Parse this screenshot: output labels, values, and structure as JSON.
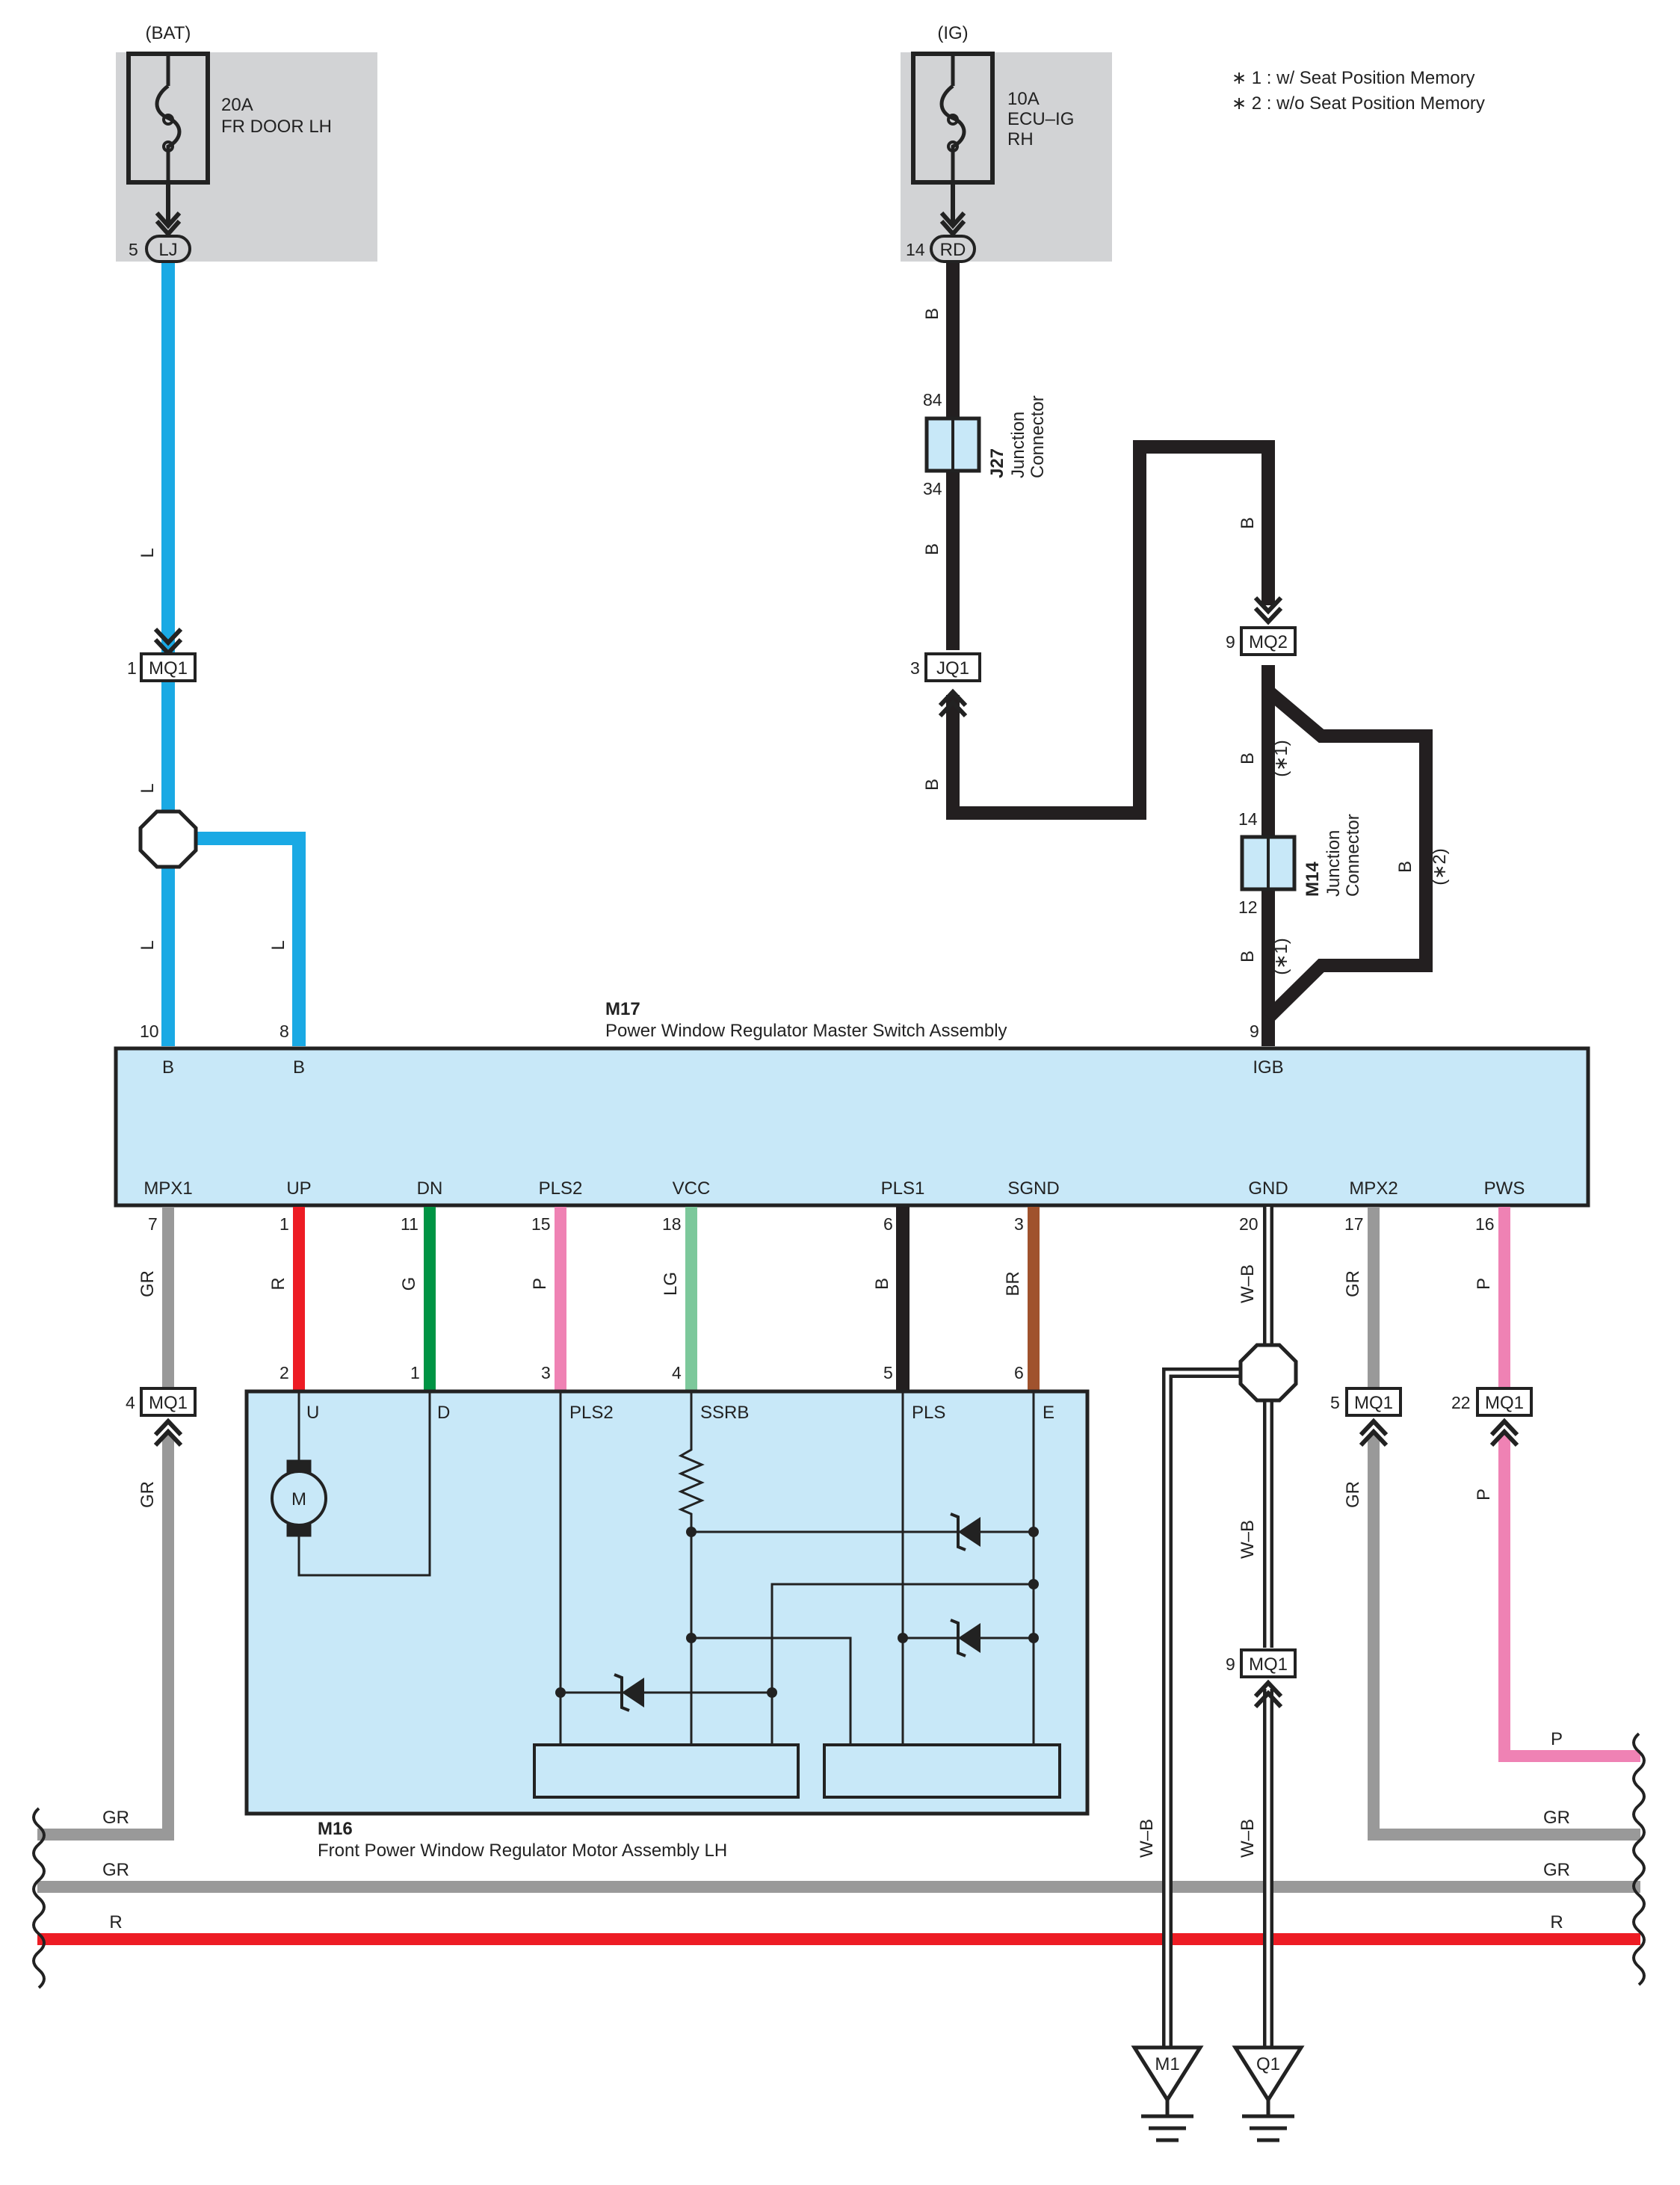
{
  "colors": {
    "L": "#1aa9e4",
    "B": "#231f20",
    "GR": "#999999",
    "R": "#ed1c24",
    "G": "#009444",
    "P": "#ef82b4",
    "LG": "#7cc89b",
    "BR": "#a0522d",
    "fuse_panel": "#d2d3d5",
    "component": "#c8e8f8"
  },
  "notes": {
    "n1": "∗ 1 : w/ Seat Position Memory",
    "n2": "∗ 2 : w/o Seat Position Memory"
  },
  "fuses": {
    "bat": {
      "source": "(BAT)",
      "rating": "20A",
      "name": "FR DOOR LH",
      "pin": "5",
      "connector": "LJ"
    },
    "ig": {
      "source": "(IG)",
      "rating": "10A",
      "name1": "ECU–IG",
      "name2": "RH",
      "pin": "14",
      "connector": "RD"
    }
  },
  "j27": {
    "id": "J27",
    "l1": "Junction",
    "l2": "Connector",
    "pin_top": "84",
    "pin_bot": "34"
  },
  "m14": {
    "id": "M14",
    "l1": "Junction",
    "l2": "Connector",
    "pin_top": "14",
    "pin_bot": "12"
  },
  "connectors": {
    "mq1_top": {
      "pin": "1",
      "name": "MQ1"
    },
    "jq1": {
      "pin": "3",
      "name": "JQ1"
    },
    "mq2": {
      "pin": "9",
      "name": "MQ2"
    },
    "mq1_mpx1": {
      "pin": "4",
      "name": "MQ1"
    },
    "mq1_mpx2": {
      "pin": "5",
      "name": "MQ1"
    },
    "mq1_pws": {
      "pin": "22",
      "name": "MQ1"
    },
    "mq1_gnd": {
      "pin": "9",
      "name": "MQ1"
    }
  },
  "m17": {
    "id": "M17",
    "name": "Power Window Regulator Master Switch Assembly",
    "top_terminals": [
      {
        "name": "B",
        "pin": "10"
      },
      {
        "name": "B",
        "pin": "8"
      },
      {
        "name": "IGB",
        "pin": "9"
      }
    ],
    "bottom_terminals": [
      {
        "name": "MPX1",
        "pin": "7",
        "wire": "GR"
      },
      {
        "name": "UP",
        "pin": "1",
        "wire": "R"
      },
      {
        "name": "DN",
        "pin": "11",
        "wire": "G"
      },
      {
        "name": "PLS2",
        "pin": "15",
        "wire": "P"
      },
      {
        "name": "VCC",
        "pin": "18",
        "wire": "LG"
      },
      {
        "name": "PLS1",
        "pin": "6",
        "wire": "B"
      },
      {
        "name": "SGND",
        "pin": "3",
        "wire": "BR"
      },
      {
        "name": "GND",
        "pin": "20",
        "wire": "W–B"
      },
      {
        "name": "MPX2",
        "pin": "17",
        "wire": "GR"
      },
      {
        "name": "PWS",
        "pin": "16",
        "wire": "P"
      }
    ]
  },
  "m16": {
    "id": "M16",
    "name": "Front Power Window Regulator Motor Assembly LH",
    "terminals": [
      {
        "name": "U",
        "pin": "2"
      },
      {
        "name": "D",
        "pin": "1"
      },
      {
        "name": "PLS2",
        "pin": "3"
      },
      {
        "name": "SSRB",
        "pin": "4"
      },
      {
        "name": "PLS",
        "pin": "5"
      },
      {
        "name": "E",
        "pin": "6"
      }
    ],
    "motor": "M"
  },
  "wire_labels": {
    "L": "L",
    "B": "B",
    "GR": "GR",
    "R": "R",
    "P": "P",
    "WB": "W–B",
    "star1": "(∗1)",
    "star2": "(∗2)"
  },
  "grounds": {
    "g1": "M1",
    "g2": "Q1"
  }
}
